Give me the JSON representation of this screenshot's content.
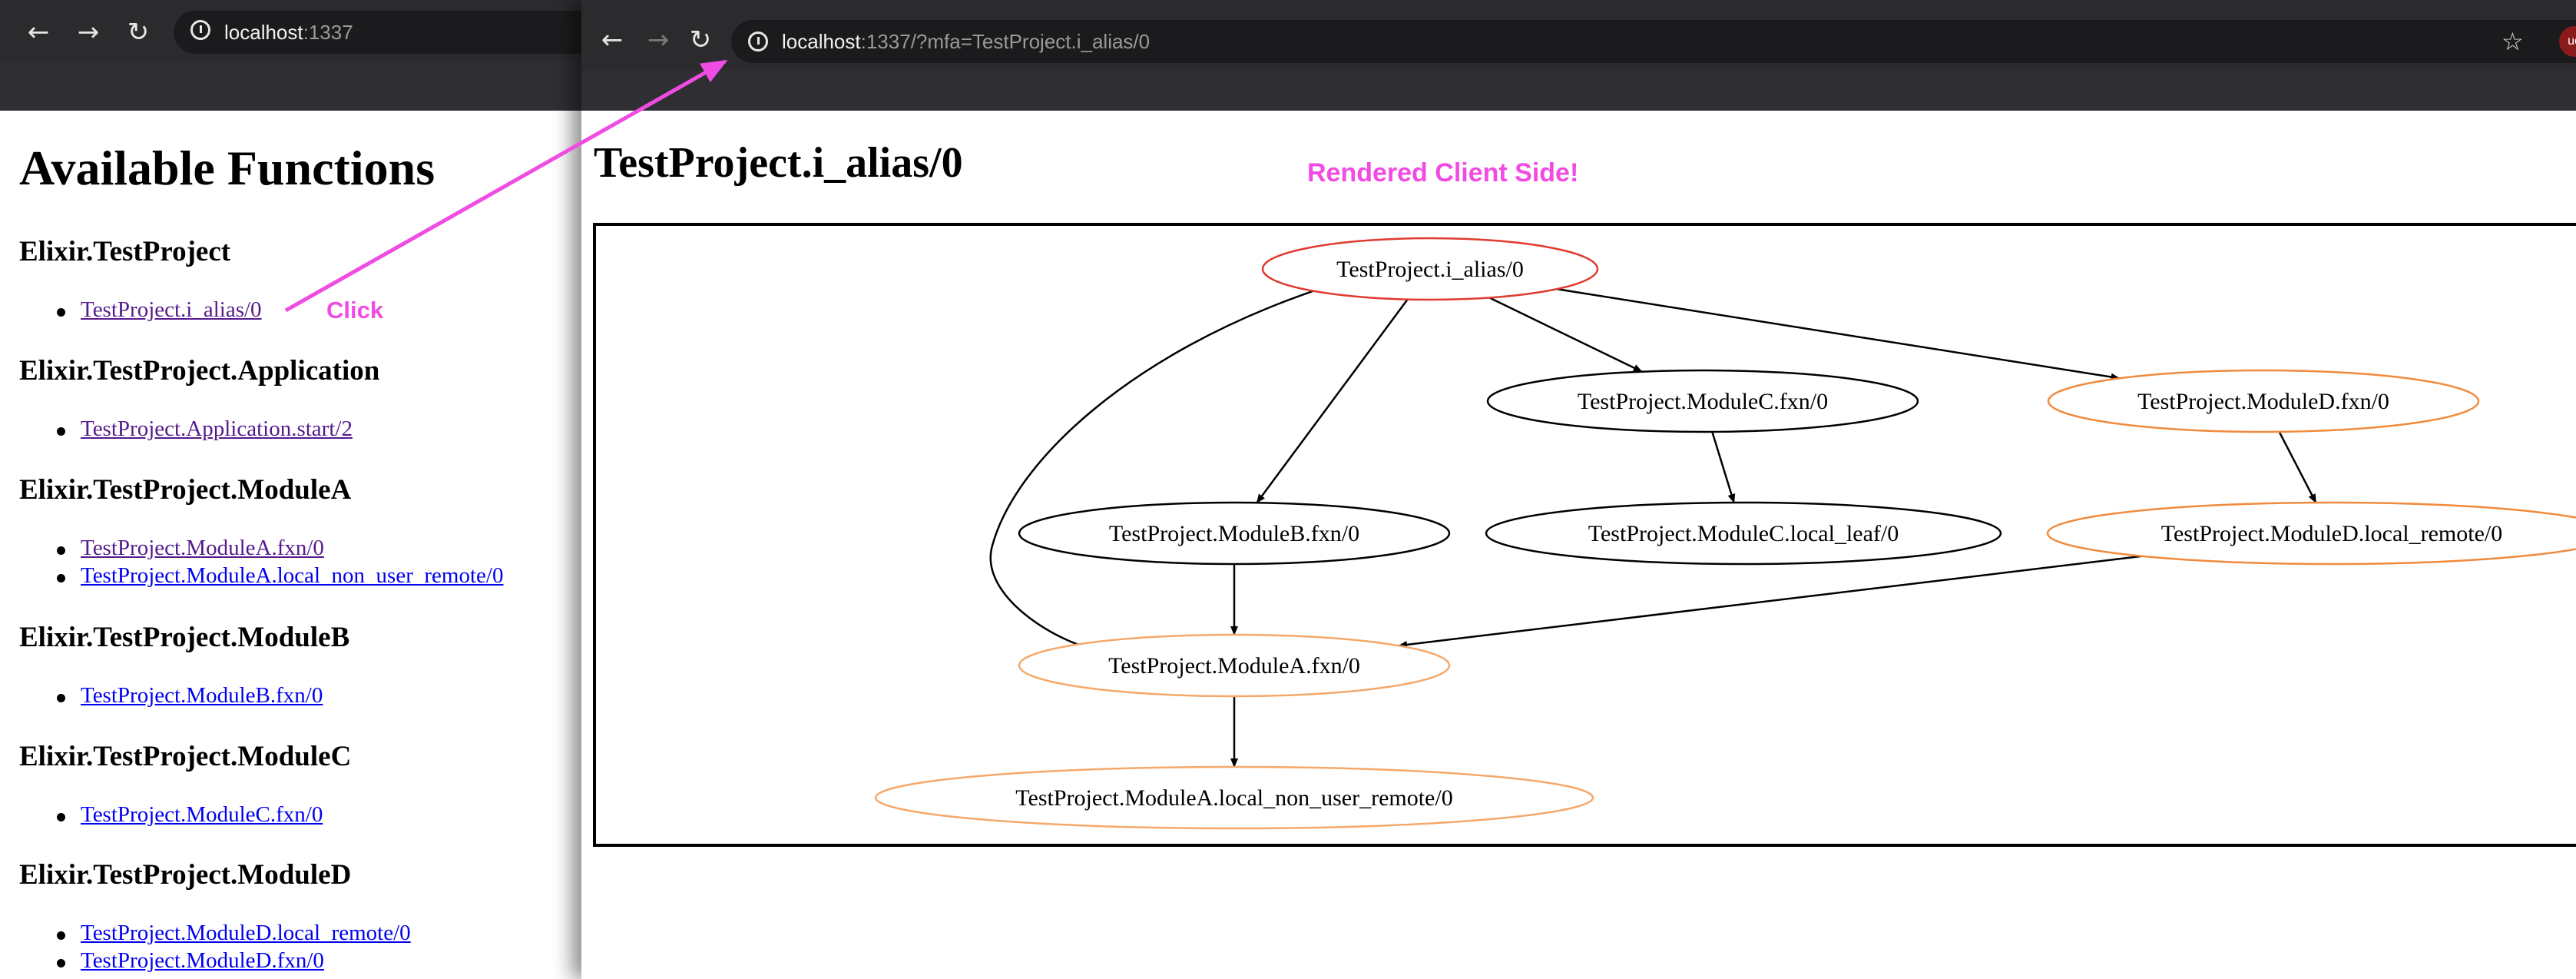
{
  "left_window": {
    "url_host": "localhost",
    "url_rest": ":1337",
    "heading": "Available Functions",
    "sections": [
      {
        "title": "Elixir.TestProject",
        "links": [
          {
            "label": "TestProject.i_alias/0",
            "visited": true
          }
        ]
      },
      {
        "title": "Elixir.TestProject.Application",
        "links": [
          {
            "label": "TestProject.Application.start/2",
            "visited": true
          }
        ]
      },
      {
        "title": "Elixir.TestProject.ModuleA",
        "links": [
          {
            "label": "TestProject.ModuleA.fxn/0",
            "visited": true
          },
          {
            "label": "TestProject.ModuleA.local_non_user_remote/0",
            "visited": false
          }
        ]
      },
      {
        "title": "Elixir.TestProject.ModuleB",
        "links": [
          {
            "label": "TestProject.ModuleB.fxn/0",
            "visited": false
          }
        ]
      },
      {
        "title": "Elixir.TestProject.ModuleC",
        "links": [
          {
            "label": "TestProject.ModuleC.fxn/0",
            "visited": false
          }
        ]
      },
      {
        "title": "Elixir.TestProject.ModuleD",
        "links": [
          {
            "label": "TestProject.ModuleD.local_remote/0",
            "visited": false
          },
          {
            "label": "TestProject.ModuleD.fxn/0",
            "visited": false
          }
        ]
      }
    ]
  },
  "right_window": {
    "url_host": "localhost",
    "url_rest": ":1337/?mfa=TestProject.i_alias/0",
    "title": "TestProject.i_alias/0",
    "graph": {
      "nodes": [
        {
          "id": "root",
          "label": "TestProject.i_alias/0",
          "color": "#e03a2f"
        },
        {
          "id": "cfxn",
          "label": "TestProject.ModuleC.fxn/0",
          "color": "#000000"
        },
        {
          "id": "dfxn",
          "label": "TestProject.ModuleD.fxn/0",
          "color": "#f08a3c"
        },
        {
          "id": "bfxn",
          "label": "TestProject.ModuleB.fxn/0",
          "color": "#000000"
        },
        {
          "id": "cleaf",
          "label": "TestProject.ModuleC.local_leaf/0",
          "color": "#000000"
        },
        {
          "id": "dremote",
          "label": "TestProject.ModuleD.local_remote/0",
          "color": "#f08a3c"
        },
        {
          "id": "afxn",
          "label": "TestProject.ModuleA.fxn/0",
          "color": "#f5a86a"
        },
        {
          "id": "aremote",
          "label": "TestProject.ModuleA.local_non_user_remote/0",
          "color": "#f5a86a"
        }
      ],
      "edges": [
        [
          "root",
          "bfxn"
        ],
        [
          "root",
          "cfxn"
        ],
        [
          "root",
          "dfxn"
        ],
        [
          "root",
          "afxn"
        ],
        [
          "cfxn",
          "cleaf"
        ],
        [
          "dfxn",
          "dremote"
        ],
        [
          "bfxn",
          "afxn"
        ],
        [
          "dremote",
          "afxn"
        ],
        [
          "afxn",
          "aremote"
        ]
      ]
    }
  },
  "annotations": {
    "click": "Click",
    "rendered": "Rendered Client Side!",
    "color": "#f04be2"
  }
}
